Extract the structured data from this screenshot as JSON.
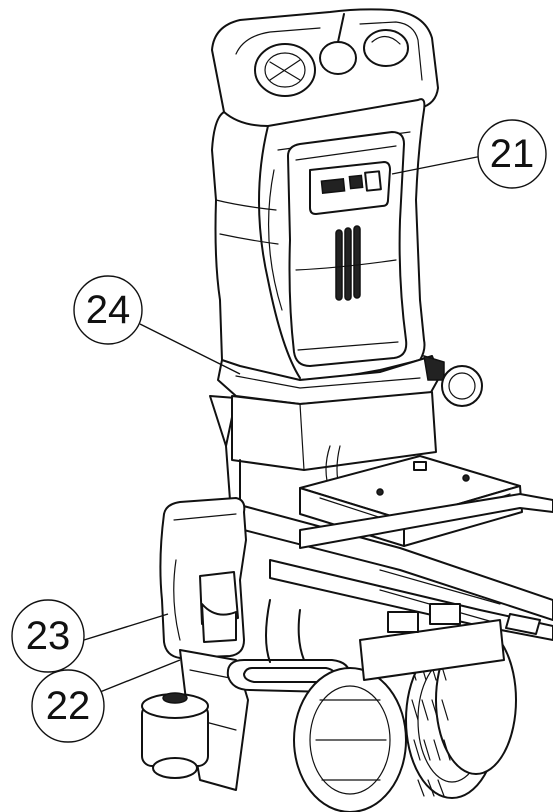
{
  "callouts": [
    {
      "label": "21"
    },
    {
      "label": "24"
    },
    {
      "label": "23"
    },
    {
      "label": "22"
    }
  ]
}
